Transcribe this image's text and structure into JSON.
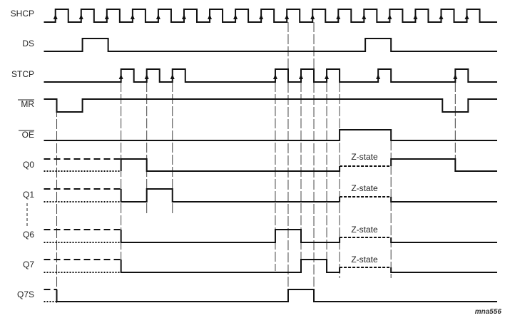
{
  "diagram": {
    "title": "74HC595 timing diagram",
    "figure_id": "mna556",
    "signals": [
      {
        "name": "SHCP",
        "overbar": false
      },
      {
        "name": "DS",
        "overbar": false
      },
      {
        "name": "STCP",
        "overbar": false
      },
      {
        "name": "MR",
        "overbar": true
      },
      {
        "name": "OE",
        "overbar": true
      },
      {
        "name": "Q0",
        "overbar": false
      },
      {
        "name": "Q1",
        "overbar": false
      },
      {
        "name": "Q6",
        "overbar": false
      },
      {
        "name": "Q7",
        "overbar": false
      },
      {
        "name": "Q7S",
        "overbar": false
      }
    ],
    "z_state_label": "Z-state",
    "clock_period_units": 1,
    "waveforms": {
      "SHCP": {
        "kind": "clock",
        "cycles": 17,
        "edge_arrows": true
      },
      "DS": {
        "kind": "digital",
        "initial": 0,
        "transitions": [
          1.5,
          2.5,
          12.5,
          13.5
        ]
      },
      "STCP": {
        "kind": "digital",
        "initial": 0,
        "transitions": [
          3,
          3.5,
          4,
          4.5,
          5,
          5.5,
          9,
          9.5,
          10,
          10.5,
          11,
          11.5,
          13,
          13.5,
          16,
          16.5
        ],
        "edge_arrows_at": [
          3,
          4,
          5,
          9,
          10,
          11,
          13,
          16
        ]
      },
      "MR": {
        "kind": "digital",
        "initial": 1,
        "transitions": [
          0.5,
          1.5,
          15.5,
          16.5
        ]
      },
      "OE": {
        "kind": "digital",
        "initial": 0,
        "transitions": [
          11.5,
          13.5
        ]
      },
      "Q0": {
        "kind": "output",
        "unknown_until": 3,
        "segments": [
          [
            3,
            1
          ],
          [
            4,
            0
          ],
          [
            11.5,
            "Z"
          ],
          [
            13.5,
            1
          ],
          [
            16,
            0
          ]
        ]
      },
      "Q1": {
        "kind": "output",
        "unknown_until": 3,
        "segments": [
          [
            3,
            0
          ],
          [
            4,
            1
          ],
          [
            5,
            0
          ],
          [
            11.5,
            "Z"
          ],
          [
            13.5,
            0
          ]
        ]
      },
      "Q6": {
        "kind": "output",
        "unknown_until": 3,
        "segments": [
          [
            3,
            0
          ],
          [
            9,
            1
          ],
          [
            10,
            0
          ],
          [
            11.5,
            "Z"
          ],
          [
            13.5,
            0
          ]
        ]
      },
      "Q7": {
        "kind": "output",
        "unknown_until": 3,
        "segments": [
          [
            3,
            0
          ],
          [
            10,
            1
          ],
          [
            11,
            0
          ],
          [
            11.5,
            "Z"
          ],
          [
            13.5,
            0
          ]
        ]
      },
      "Q7S": {
        "kind": "output",
        "unknown_until": 0.5,
        "segments": [
          [
            0.5,
            0
          ],
          [
            9.5,
            1
          ],
          [
            10.5,
            0
          ]
        ]
      }
    }
  }
}
